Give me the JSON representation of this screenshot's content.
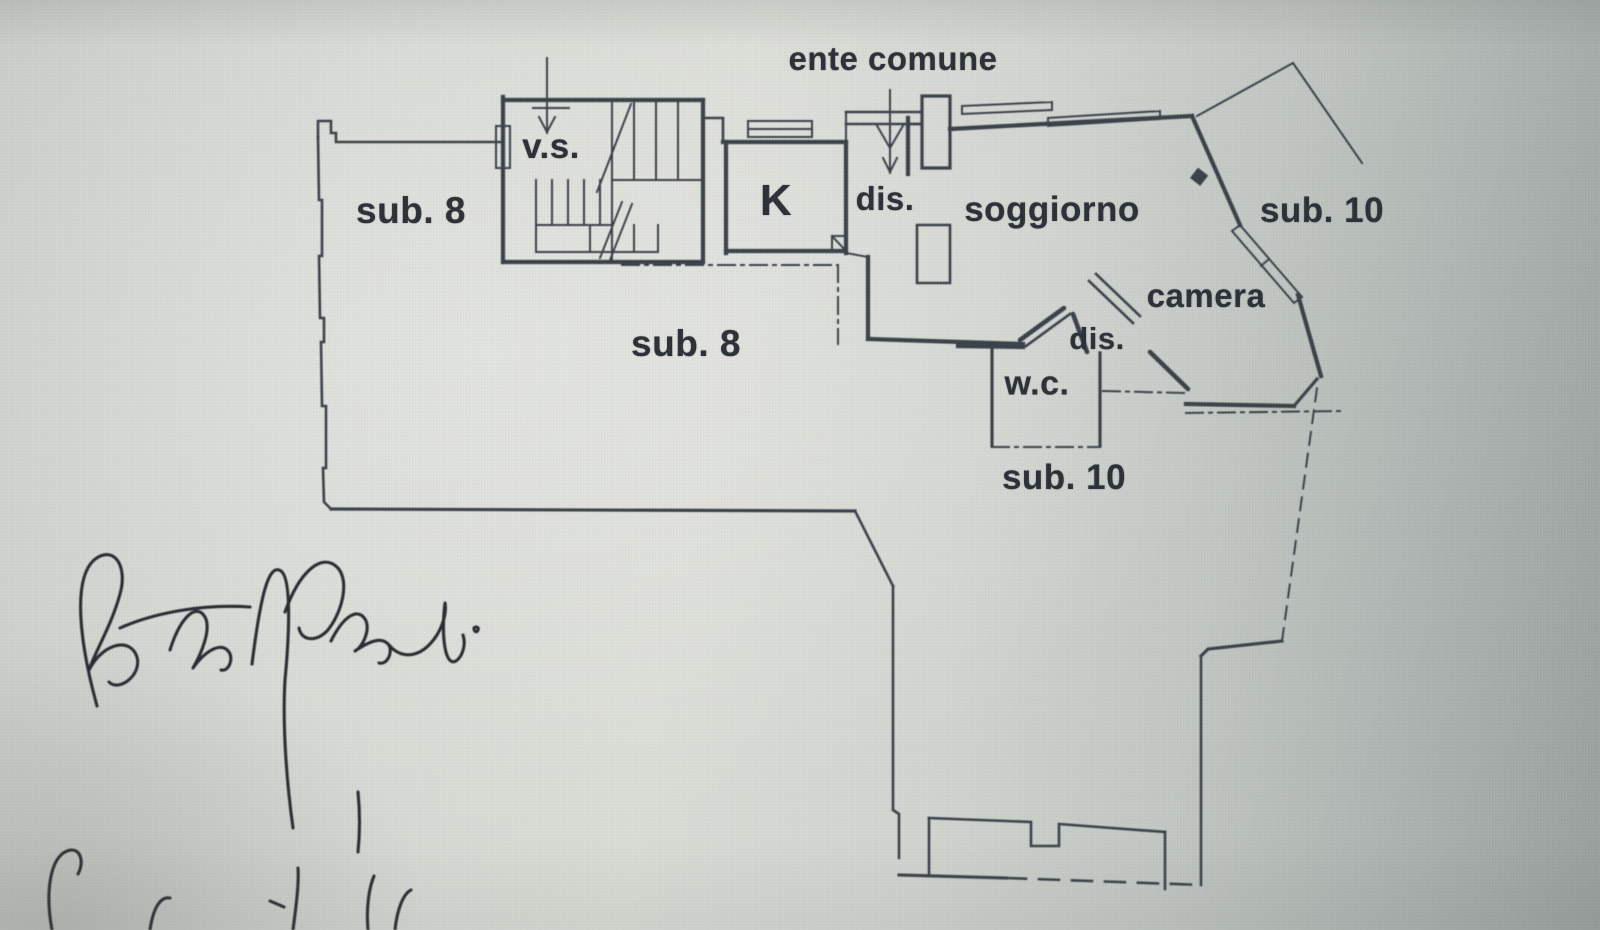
{
  "colors": {
    "paper": "#d6d9d3",
    "ink": "#3a4149",
    "label": "#2b3037",
    "pen": "#272c32"
  },
  "plan": {
    "title": "ente comune",
    "labels": [
      {
        "id": "ente-comune",
        "text": "ente comune"
      },
      {
        "id": "vs",
        "text": "v.s."
      },
      {
        "id": "sub8-upper",
        "text": "sub. 8"
      },
      {
        "id": "kitchen",
        "text": "K"
      },
      {
        "id": "dis-upper",
        "text": "dis."
      },
      {
        "id": "soggiorno",
        "text": "soggiorno"
      },
      {
        "id": "sub10-right",
        "text": "sub. 10"
      },
      {
        "id": "camera",
        "text": "camera"
      },
      {
        "id": "dis-lower",
        "text": "dis."
      },
      {
        "id": "wc",
        "text": "w.c."
      },
      {
        "id": "sub8-central",
        "text": "sub. 8"
      },
      {
        "id": "sub10-lower",
        "text": "sub. 10"
      }
    ],
    "handwriting": {
      "present": true,
      "legible": false,
      "line_count": 2
    }
  }
}
